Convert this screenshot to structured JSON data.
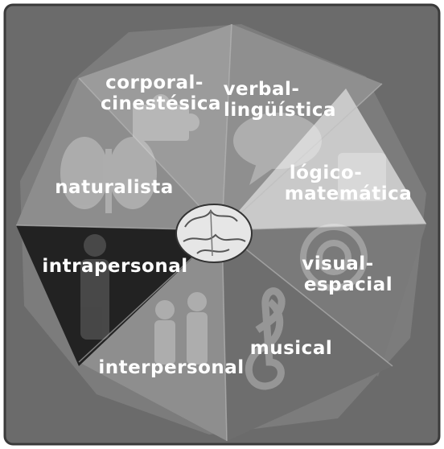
{
  "diagram": {
    "center_icon": "brain-icon",
    "segments": [
      {
        "key": "corporal",
        "lines": [
          "corporal-",
          "cinestésica"
        ],
        "icon": "puzzle-icon"
      },
      {
        "key": "verbal",
        "lines": [
          "verbal-",
          "lingüística"
        ],
        "icon": "speech-icon"
      },
      {
        "key": "logico",
        "lines": [
          "lógico-",
          "matemática"
        ],
        "icon": "math-icon"
      },
      {
        "key": "visual",
        "lines": [
          "visual-",
          "espacial"
        ],
        "icon": "target-icon"
      },
      {
        "key": "musical",
        "lines": [
          "musical"
        ],
        "icon": "treble-clef-icon"
      },
      {
        "key": "interpersonal",
        "lines": [
          "interpersonal"
        ],
        "icon": "people-icon"
      },
      {
        "key": "intrapersonal",
        "lines": [
          "intrapersonal"
        ],
        "icon": "person-icon"
      },
      {
        "key": "naturalista",
        "lines": [
          "naturalista"
        ],
        "icon": "butterfly-icon"
      }
    ]
  }
}
